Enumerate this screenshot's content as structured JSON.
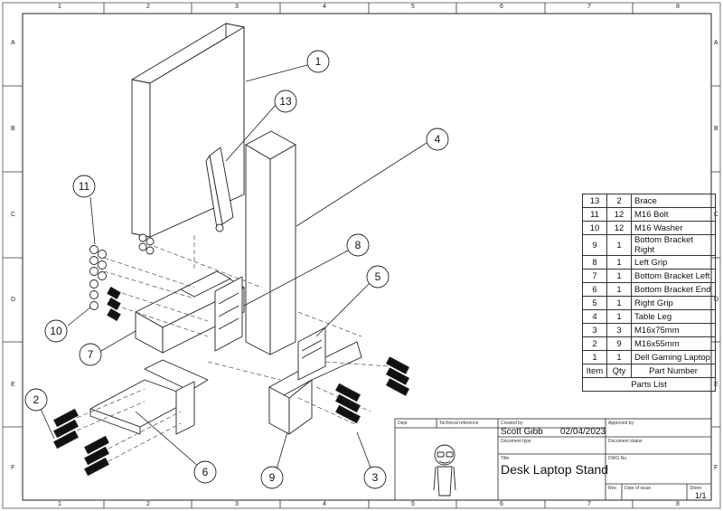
{
  "zones": {
    "columns": [
      "1",
      "2",
      "3",
      "4",
      "5",
      "6",
      "7",
      "8"
    ],
    "rows": [
      "A",
      "B",
      "C",
      "D",
      "E",
      "F"
    ]
  },
  "balloons": [
    "1",
    "13",
    "4",
    "11",
    "8",
    "5",
    "10",
    "7",
    "2",
    "6",
    "9",
    "3"
  ],
  "parts_list": {
    "title": "Parts List",
    "headers": {
      "item": "Item",
      "qty": "Qty",
      "part_number": "Part Number"
    },
    "rows": [
      {
        "item": "13",
        "qty": "2",
        "part": "Brace"
      },
      {
        "item": "11",
        "qty": "12",
        "part": "M16 Bolt"
      },
      {
        "item": "10",
        "qty": "12",
        "part": "M16 Washer"
      },
      {
        "item": "9",
        "qty": "1",
        "part": "Bottom Bracket Right"
      },
      {
        "item": "8",
        "qty": "1",
        "part": "Left Grip"
      },
      {
        "item": "7",
        "qty": "1",
        "part": "Bottom Bracket Left"
      },
      {
        "item": "6",
        "qty": "1",
        "part": "Bottom Bracket End"
      },
      {
        "item": "5",
        "qty": "1",
        "part": "Right Grip"
      },
      {
        "item": "4",
        "qty": "1",
        "part": "Table Leg"
      },
      {
        "item": "3",
        "qty": "3",
        "part": "M16x75mm"
      },
      {
        "item": "2",
        "qty": "9",
        "part": "M16x55mm"
      },
      {
        "item": "1",
        "qty": "1",
        "part": "Dell Gaming Laptop"
      }
    ]
  },
  "title_block": {
    "dept_label": "Dept.",
    "tech_ref_label": "Technical reference",
    "created_by_label": "Created by",
    "created_by": "Scott Gibb",
    "date": "02/04/2023",
    "approved_by_label": "Approved by",
    "doc_type_label": "Document type",
    "doc_status_label": "Document status",
    "title_label": "Title",
    "title": "Desk Laptop Stand",
    "dwg_no_label": "DWG No.",
    "rev_label": "Rev.",
    "date_of_issue_label": "Date of issue",
    "sheet_label": "Sheet",
    "sheet": "1/1"
  }
}
